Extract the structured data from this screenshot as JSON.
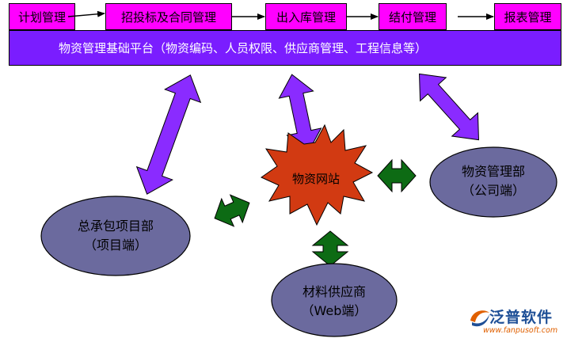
{
  "process_steps": [
    "计划管理",
    "招投标及合同管理",
    "出入库管理",
    "结付管理",
    "报表管理"
  ],
  "platform_label": "物资管理基础平台（物资编码、人员权限、供应商管理、工程信息等）",
  "center_node": "物资网站",
  "nodes": {
    "contractor": [
      "总承包项目部",
      "（项目端）"
    ],
    "dept": [
      "物资管理部",
      "（公司端）"
    ],
    "supplier": [
      "材料供应商",
      "（Web端）"
    ]
  },
  "logo": {
    "name": "泛普软件",
    "url": "www.fanpusoft.com"
  },
  "colors": {
    "process_box": "#ff00ff",
    "platform": "#7a1dff",
    "arrow_purple": "#8a2bff",
    "arrow_green": "#0d6b14",
    "star": "#d23a12",
    "ellipse": "#6b6a9e"
  }
}
